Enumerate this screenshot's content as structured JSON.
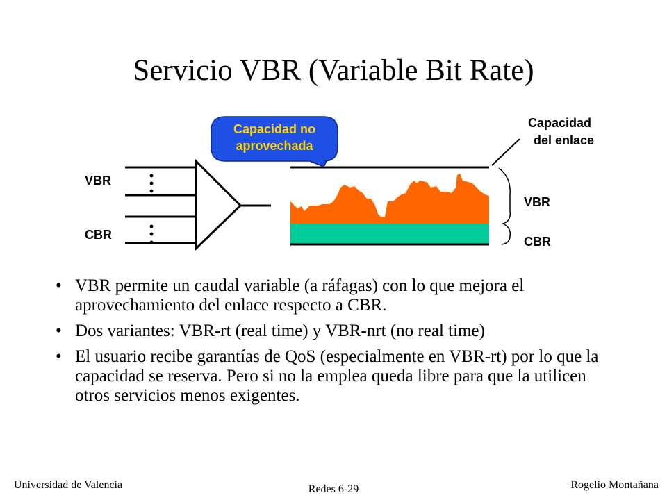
{
  "title": "Servicio VBR (Variable Bit Rate)",
  "diagram": {
    "label_vbr_in": "VBR",
    "label_cbr_in": "CBR",
    "callout_line1": "Capacidad no",
    "callout_line2": "aprovechada",
    "capacity_line1": "Capacidad",
    "capacity_line2": "del enlace",
    "label_vbr_out": "VBR",
    "label_cbr_out": "CBR",
    "colors": {
      "vbr_fill": "#ff6600",
      "cbr_fill": "#00cc99",
      "callout_fill": "#1e50e6",
      "callout_text": "#ffd400"
    }
  },
  "bullets": [
    "VBR permite un caudal variable (a ráfagas) con lo que mejora el aprovechamiento del enlace respecto a CBR.",
    "Dos variantes: VBR-rt (real time) y VBR-nrt (no real time)",
    "El usuario recibe garantías de QoS (especialmente en VBR-rt) por lo que la capacidad se reserva. Pero si no la emplea queda libre para que la utilicen otros servicios menos exigentes."
  ],
  "footer": {
    "left": "Universidad de Valencia",
    "center": "Redes 6-29",
    "right": "Rogelio Montañana"
  }
}
